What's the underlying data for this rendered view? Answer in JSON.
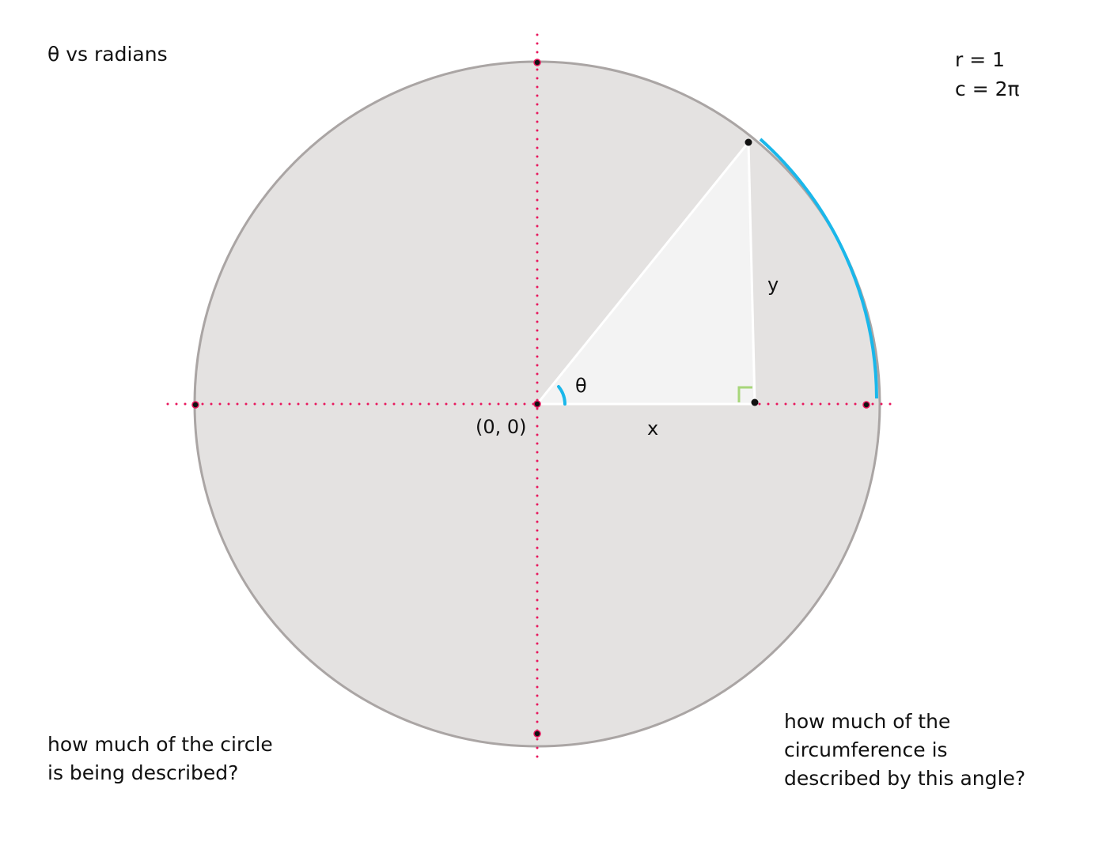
{
  "title": "θ vs radians",
  "params": {
    "radius": "r = 1",
    "circumference": "c = 2π"
  },
  "labels": {
    "theta": "θ",
    "x": "x",
    "y": "y",
    "origin": "(0, 0)"
  },
  "questions": {
    "left": [
      "how much of the circle",
      "is being described?"
    ],
    "right": [
      "how much of the",
      "circumference is",
      "described by this angle?"
    ]
  },
  "colors": {
    "circle_fill": "#e4e2e1",
    "circle_stroke": "#aaa5a4",
    "axis_dots": "#e8175d",
    "triangle_fill": "#f3f3f3",
    "triangle_stroke": "#ffffff",
    "arc": "#1ab7ea",
    "right_angle": "#a7d67a",
    "point": "#111111"
  },
  "angle_degrees": 52
}
